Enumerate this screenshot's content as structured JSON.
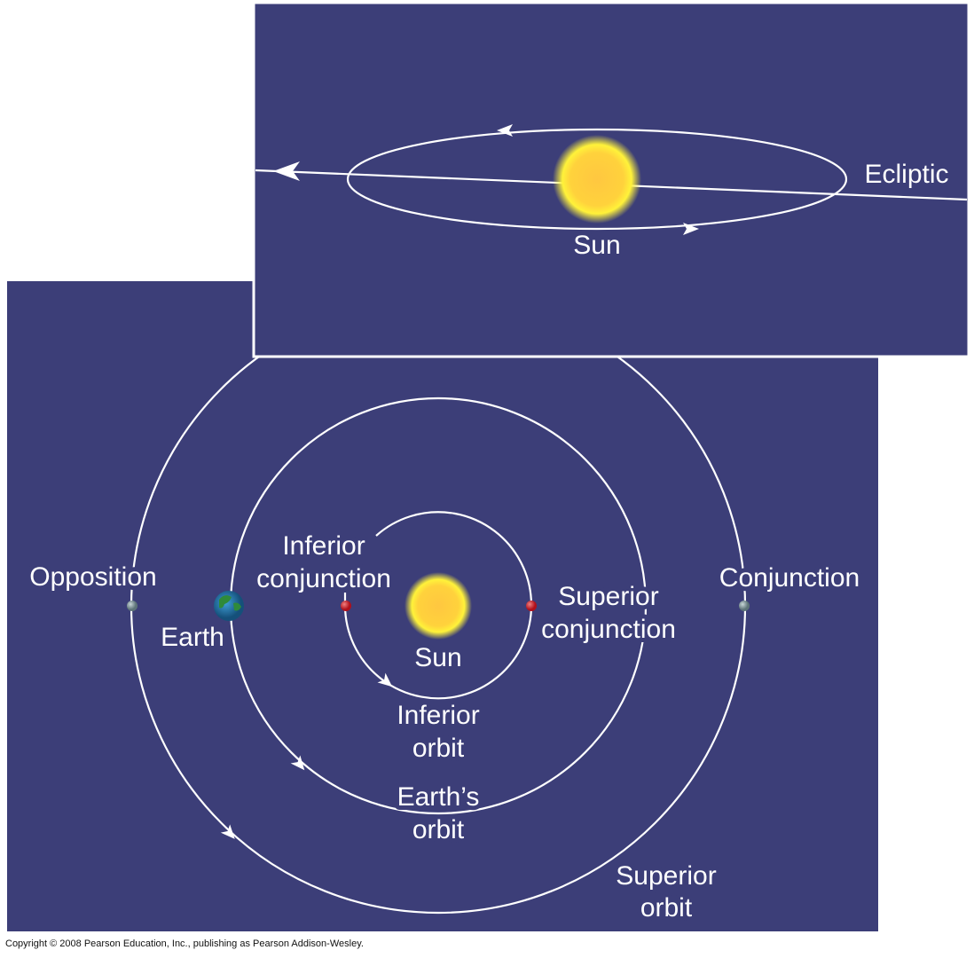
{
  "colors": {
    "background": "#3c3e78",
    "orbit": "#ffffff",
    "sun": "#ffd23c",
    "planet_superior": "#8fa3a8",
    "planet_inferior": "#d8303a"
  },
  "inset": {
    "sun_label": "Sun",
    "ecliptic_label": "Ecliptic"
  },
  "main": {
    "opposition": "Opposition",
    "conjunction": "Conjunction",
    "earth": "Earth",
    "inferior_conjunction": [
      "Inferior",
      "conjunction"
    ],
    "superior_conjunction": [
      "Superior",
      "conjunction"
    ],
    "sun": "Sun",
    "inferior_orbit": [
      "Inferior",
      "orbit"
    ],
    "earths_orbit": [
      "Earth’s",
      "orbit"
    ],
    "superior_orbit": [
      "Superior",
      "orbit"
    ]
  },
  "copyright": "Copyright © 2008 Pearson Education, Inc., publishing as Pearson Addison-Wesley."
}
